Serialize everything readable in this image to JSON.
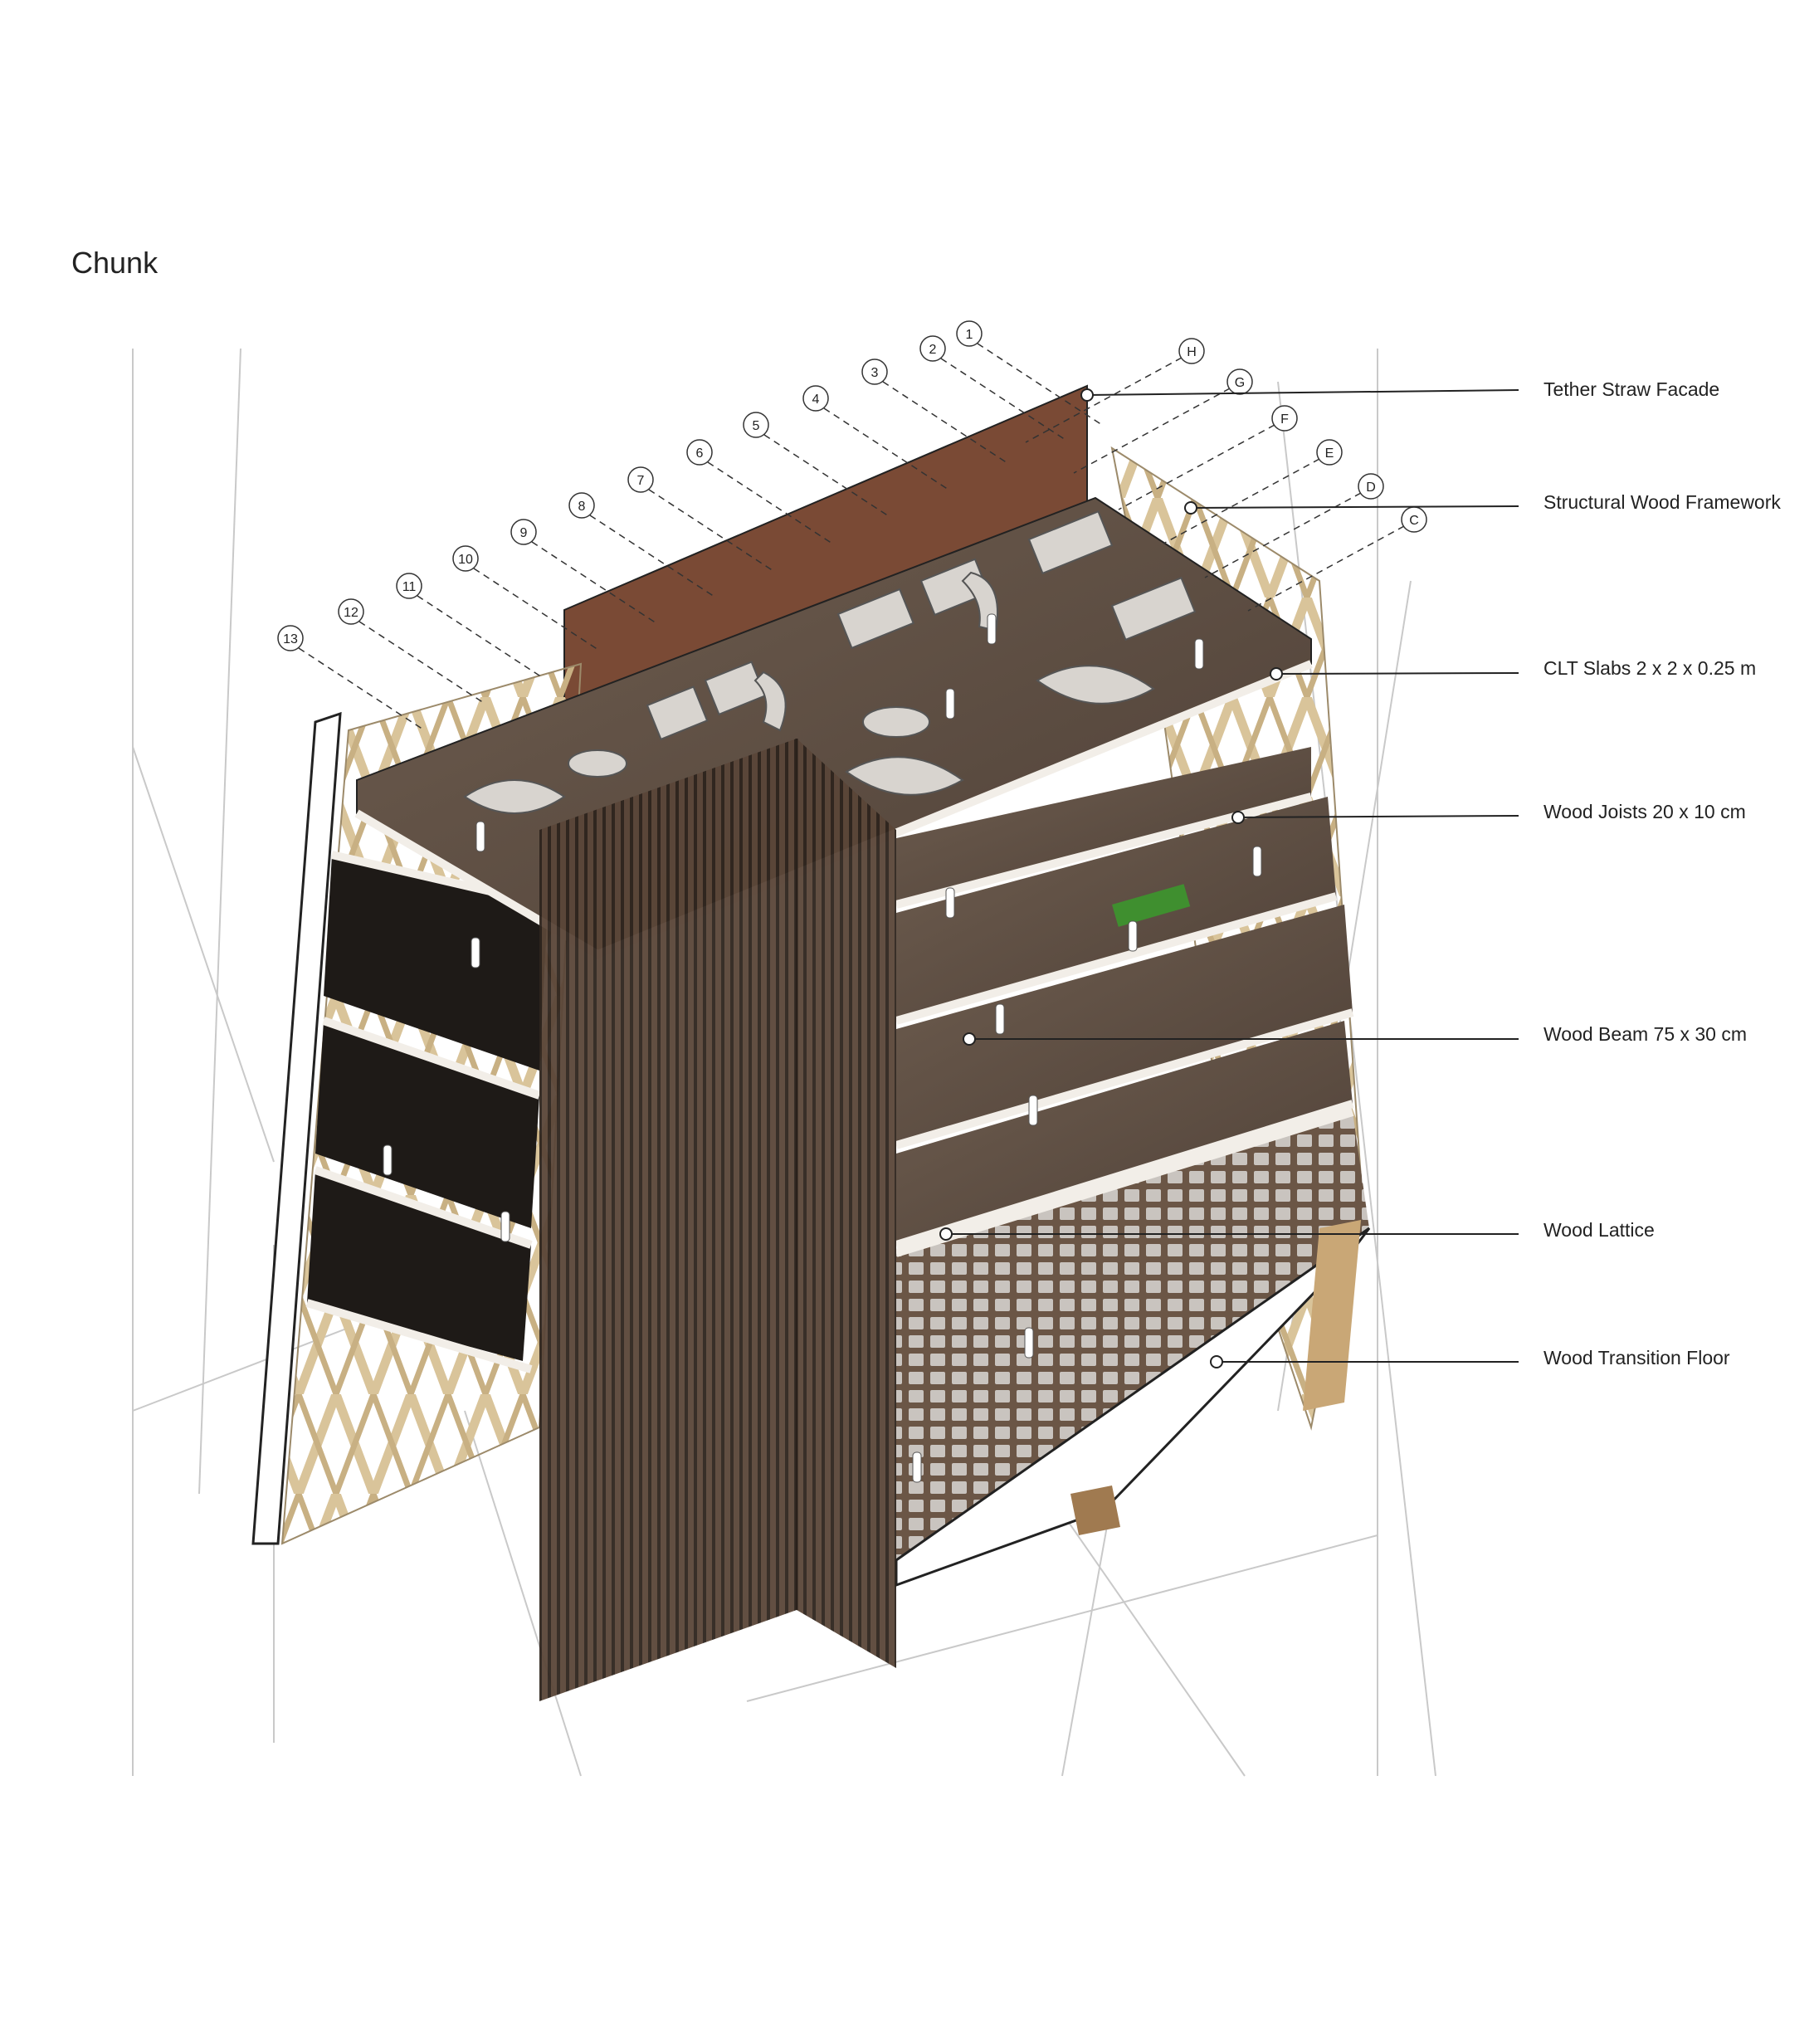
{
  "title": "Chunk",
  "grid": {
    "numbers": [
      "1",
      "2",
      "3",
      "4",
      "5",
      "6",
      "7",
      "8",
      "9",
      "10",
      "11",
      "12",
      "13"
    ],
    "letters": [
      "H",
      "G",
      "F",
      "E",
      "D",
      "C"
    ]
  },
  "callouts": [
    {
      "label": "Tether Straw Facade"
    },
    {
      "label": "Structural Wood Framework"
    },
    {
      "label": "CLT Slabs 2 x 2 x 0.25 m"
    },
    {
      "label": "Wood Joists 20 x 10 cm"
    },
    {
      "label": "Wood Beam 75 x 30 cm"
    },
    {
      "label": "Wood Lattice"
    },
    {
      "label": "Wood Transition Floor"
    }
  ],
  "colors": {
    "wood_light": "#d9c49a",
    "wood_dark": "#6b5443",
    "slab": "#5e4d41",
    "slab_edge": "#f2eee8",
    "interior_dark": "#1e1a17",
    "screen": "#4a3a30",
    "accent_green": "#3f8f2f",
    "line": "#222222"
  }
}
